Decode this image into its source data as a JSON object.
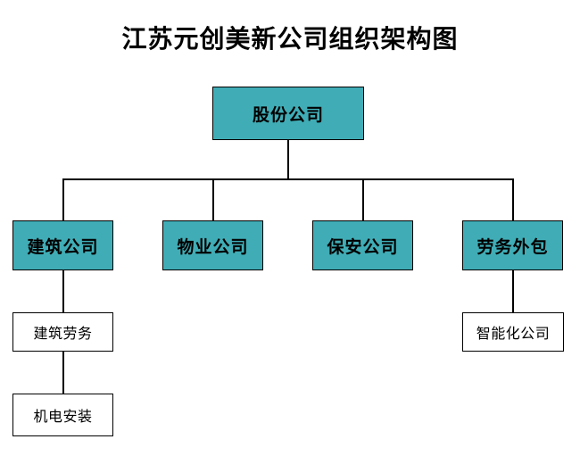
{
  "chart": {
    "title": "江苏元创美新公司组织架构图",
    "type": "org-chart",
    "colors": {
      "primary_fill": "#40adb6",
      "leaf_fill": "#ffffff",
      "border": "#000000",
      "text": "#000000",
      "background": "#ffffff"
    }
  },
  "root": {
    "label": "股份公司",
    "level": 1
  },
  "divisions": [
    {
      "label": "建筑公司",
      "level": 2
    },
    {
      "label": "物业公司",
      "level": 2
    },
    {
      "label": "保安公司",
      "level": 2
    },
    {
      "label": "劳务外包",
      "level": 2
    }
  ],
  "subunits": [
    {
      "label": "建筑劳务",
      "level": 3,
      "parent": "建筑公司"
    },
    {
      "label": "机电安装",
      "level": 4,
      "parent": "建筑劳务"
    },
    {
      "label": "智能化公司",
      "level": 3,
      "parent": "劳务外包"
    }
  ],
  "chart_data": {
    "type": "diagram",
    "title": "江苏元创美新公司组织架构图",
    "nodes": [
      {
        "id": "n0",
        "label": "股份公司",
        "level": 1,
        "style": "filled-teal"
      },
      {
        "id": "n1",
        "label": "建筑公司",
        "level": 2,
        "style": "filled-teal"
      },
      {
        "id": "n2",
        "label": "物业公司",
        "level": 2,
        "style": "filled-teal"
      },
      {
        "id": "n3",
        "label": "保安公司",
        "level": 2,
        "style": "filled-teal"
      },
      {
        "id": "n4",
        "label": "劳务外包",
        "level": 2,
        "style": "filled-teal"
      },
      {
        "id": "n5",
        "label": "建筑劳务",
        "level": 3,
        "style": "white"
      },
      {
        "id": "n6",
        "label": "机电安装",
        "level": 4,
        "style": "white"
      },
      {
        "id": "n7",
        "label": "智能化公司",
        "level": 3,
        "style": "white"
      }
    ],
    "edges": [
      {
        "from": "n0",
        "to": "n1"
      },
      {
        "from": "n0",
        "to": "n2"
      },
      {
        "from": "n0",
        "to": "n3"
      },
      {
        "from": "n0",
        "to": "n4"
      },
      {
        "from": "n1",
        "to": "n5"
      },
      {
        "from": "n5",
        "to": "n6"
      },
      {
        "from": "n4",
        "to": "n7"
      }
    ]
  }
}
